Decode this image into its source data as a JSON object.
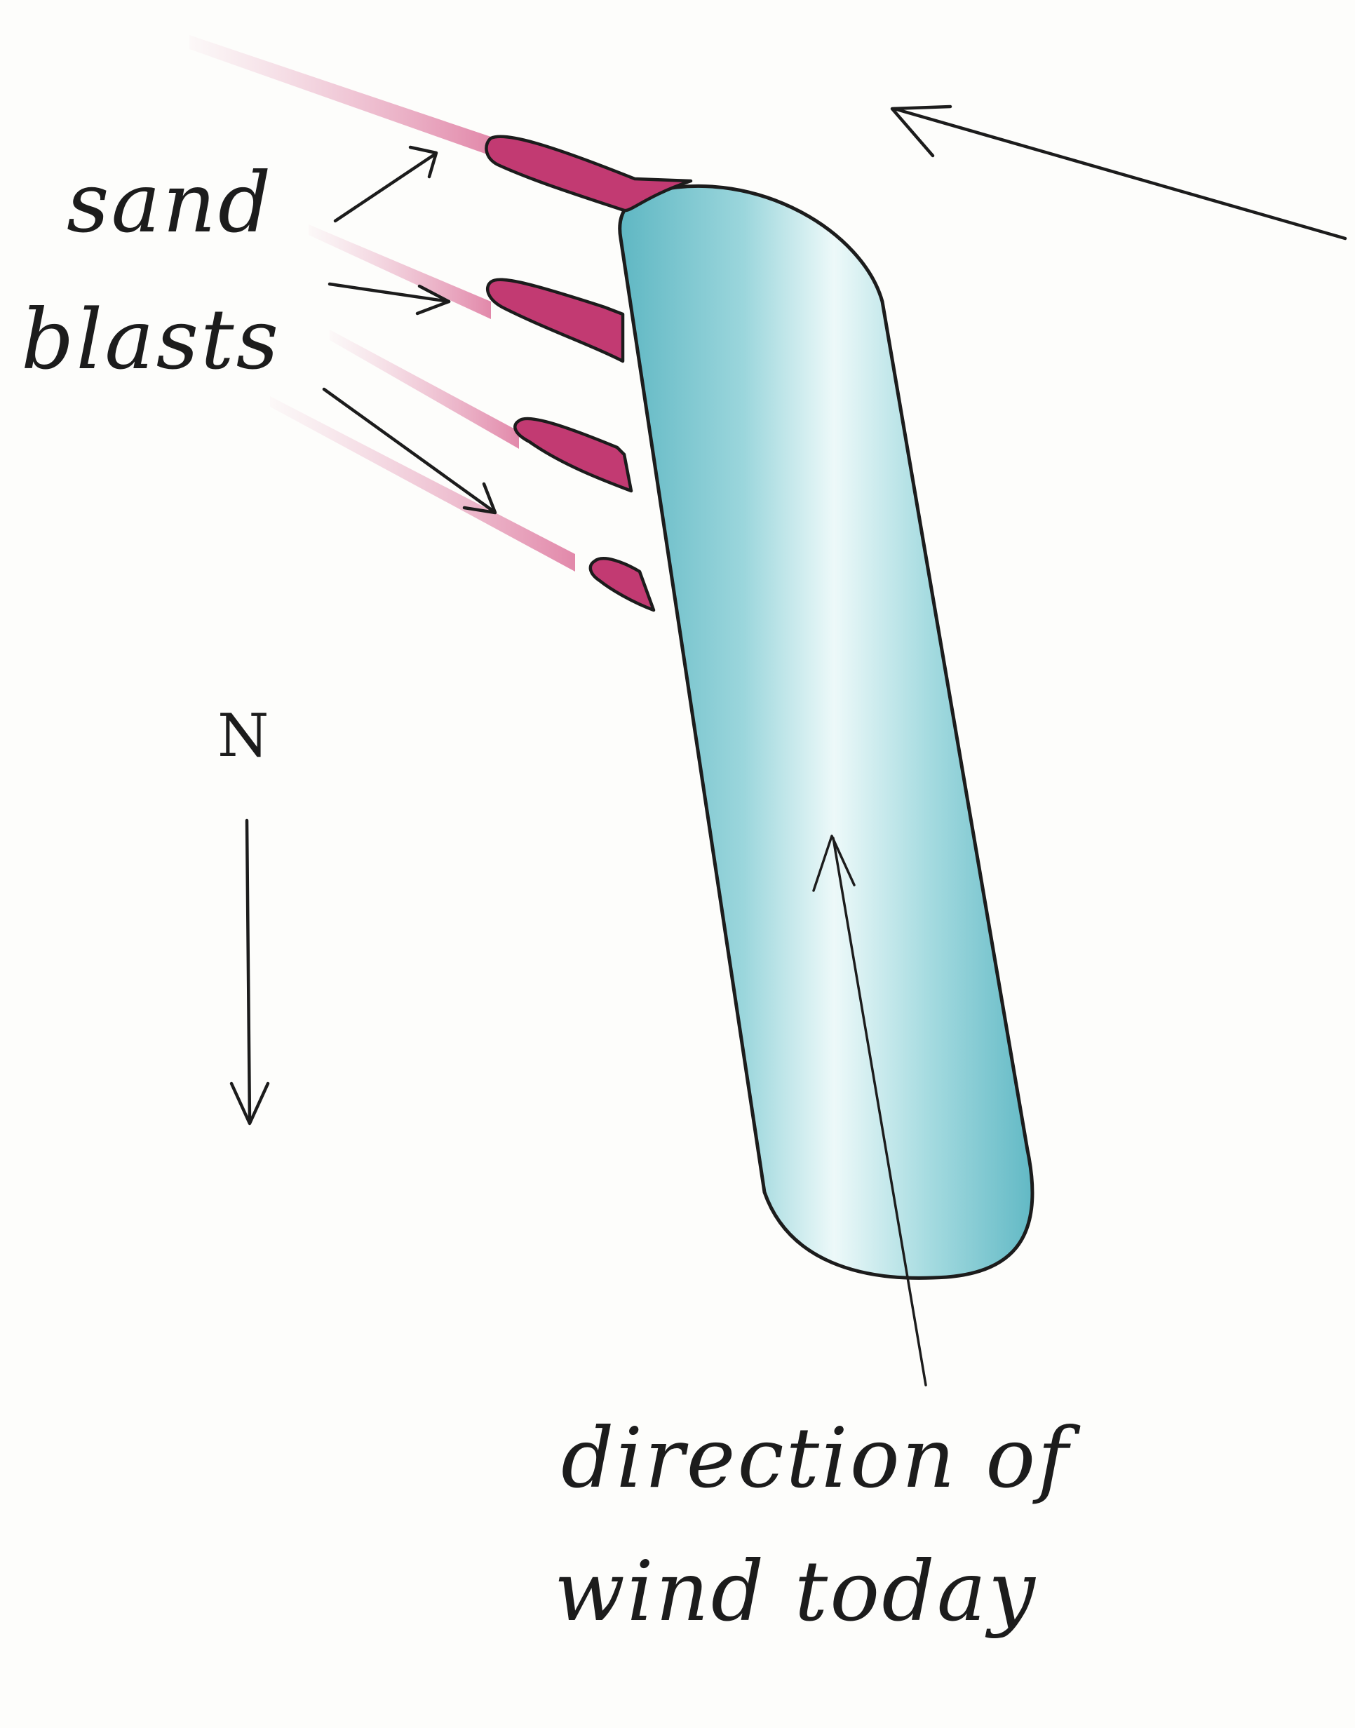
{
  "labels": {
    "sand_line1": "sand",
    "sand_line2": "blasts",
    "north": "N",
    "wind_line1": "direction of",
    "wind_line2": "wind today"
  },
  "colors": {
    "ink": "#1c1c1c",
    "ice": "#7cc6d0",
    "ice_light": "#e6f6f7",
    "sand": "#c0306a",
    "sand_light": "#e39ab8",
    "paper": "#fdfdfb"
  },
  "icons": {
    "north_arrow": "arrow-down-icon",
    "wind_arrow": "arrow-up-left-icon"
  }
}
